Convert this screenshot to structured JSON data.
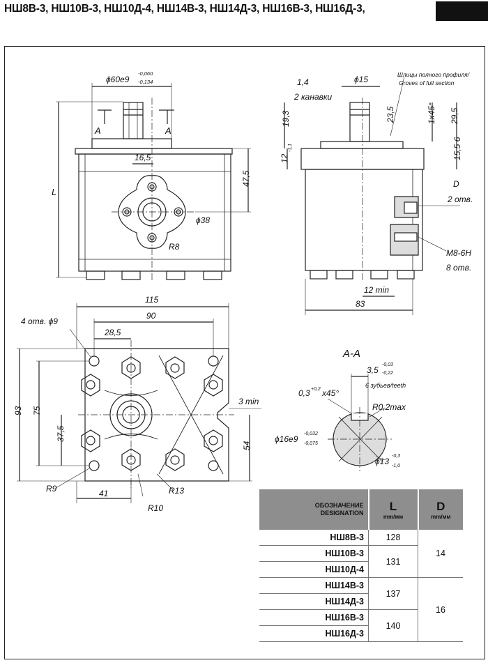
{
  "title": "НШ8В-3, НШ10В-3, НШ10Д-4, НШ14В-3, НШ14Д-3, НШ16В-3, НШ16Д-3,",
  "dims": {
    "d_flange": "ϕ60e9",
    "d_flange_tol_top": "-0,060",
    "d_flange_tol_bot": "-0,134",
    "section_mark": "A",
    "L": "L",
    "d165": "16,5",
    "d475": "47,5",
    "d38": "ϕ38",
    "r8": "R8",
    "d14": "1,4",
    "d15": "ϕ15",
    "kanavki": "2 канавки",
    "splines_ru": "Шлицы полного профиля/",
    "splines_en": "Groves of full section",
    "d193": "19,3",
    "d235": "23,5",
    "d145deg": "1x45°",
    "d295": "29,5",
    "d12": "12",
    "d12tol": "-1,1",
    "d156": "15,5 6",
    "D": "D",
    "otv2": "2 отв.",
    "m8": "M8-6H",
    "otv8": "8 отв.",
    "min12": "12 min",
    "d83": "83",
    "d115": "115",
    "d90": "90",
    "d285": "28,5",
    "otv4": "4 отв. ϕ9",
    "d93": "93",
    "d75": "75",
    "d375": "37,5",
    "min3": "3 min",
    "d54": "54",
    "r9": "R9",
    "d41": "41",
    "r10": "R10",
    "r13": "R13",
    "aa": "А-А",
    "d35": "3,5",
    "d35tol_top": "-0,03",
    "d35tol_bot": "-0,22",
    "chamfer": "0,3",
    "chamfer_tol": "+0,2",
    "chamfer_angle": "x45°",
    "teeth": "6 зубьев/teeth",
    "r02": "R0,2max",
    "d16": "ϕ16e9",
    "d16tol_top": "-0,032",
    "d16tol_bot": "-0,075",
    "d13": "ϕ13",
    "d13tol_top": "-0,3",
    "d13tol_bot": "-1,0"
  },
  "table": {
    "head_ru": "ОБОЗНАЧЕНИЕ",
    "head_en": "DESIGNATION",
    "col_L": "L",
    "col_D": "D",
    "unit": "mm/мм",
    "rows": [
      {
        "name": "НШ8В-3",
        "L": "128",
        "D": "14"
      },
      {
        "name": "НШ10В-3",
        "L": "131",
        "D": ""
      },
      {
        "name": "НШ10Д-4",
        "L": "",
        "D": ""
      },
      {
        "name": "НШ14В-3",
        "L": "137",
        "D": "16"
      },
      {
        "name": "НШ14Д-3",
        "L": "",
        "D": ""
      },
      {
        "name": "НШ16В-3",
        "L": "140",
        "D": ""
      },
      {
        "name": "НШ16Д-3",
        "L": "",
        "D": ""
      }
    ]
  }
}
